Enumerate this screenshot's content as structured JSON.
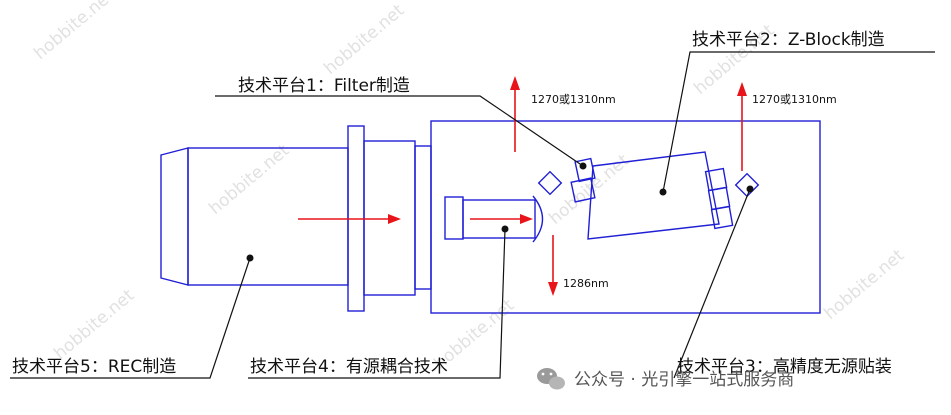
{
  "labels": {
    "platform1": "技术平台1：Filter制造",
    "platform2": "技术平台2：Z-Block制造",
    "platform3": "技术平台3：高精度无源贴装",
    "platform4": "技术平台4：有源耦合技术",
    "platform5": "技术平台5：REC制造"
  },
  "wavelengths": {
    "left_up": "1270或1310nm",
    "right_up": "1270或1310nm",
    "down": "1286nm"
  },
  "watermark": {
    "text": "hobbite.net"
  },
  "footer": {
    "icon": "wechat-icon",
    "text": "公众号 · 光引擎一站式服务商"
  },
  "colors": {
    "outline": "#1f1fd6",
    "arrow": "#e8141a",
    "leader": "#111111",
    "watermark": "#c9c9c9"
  }
}
